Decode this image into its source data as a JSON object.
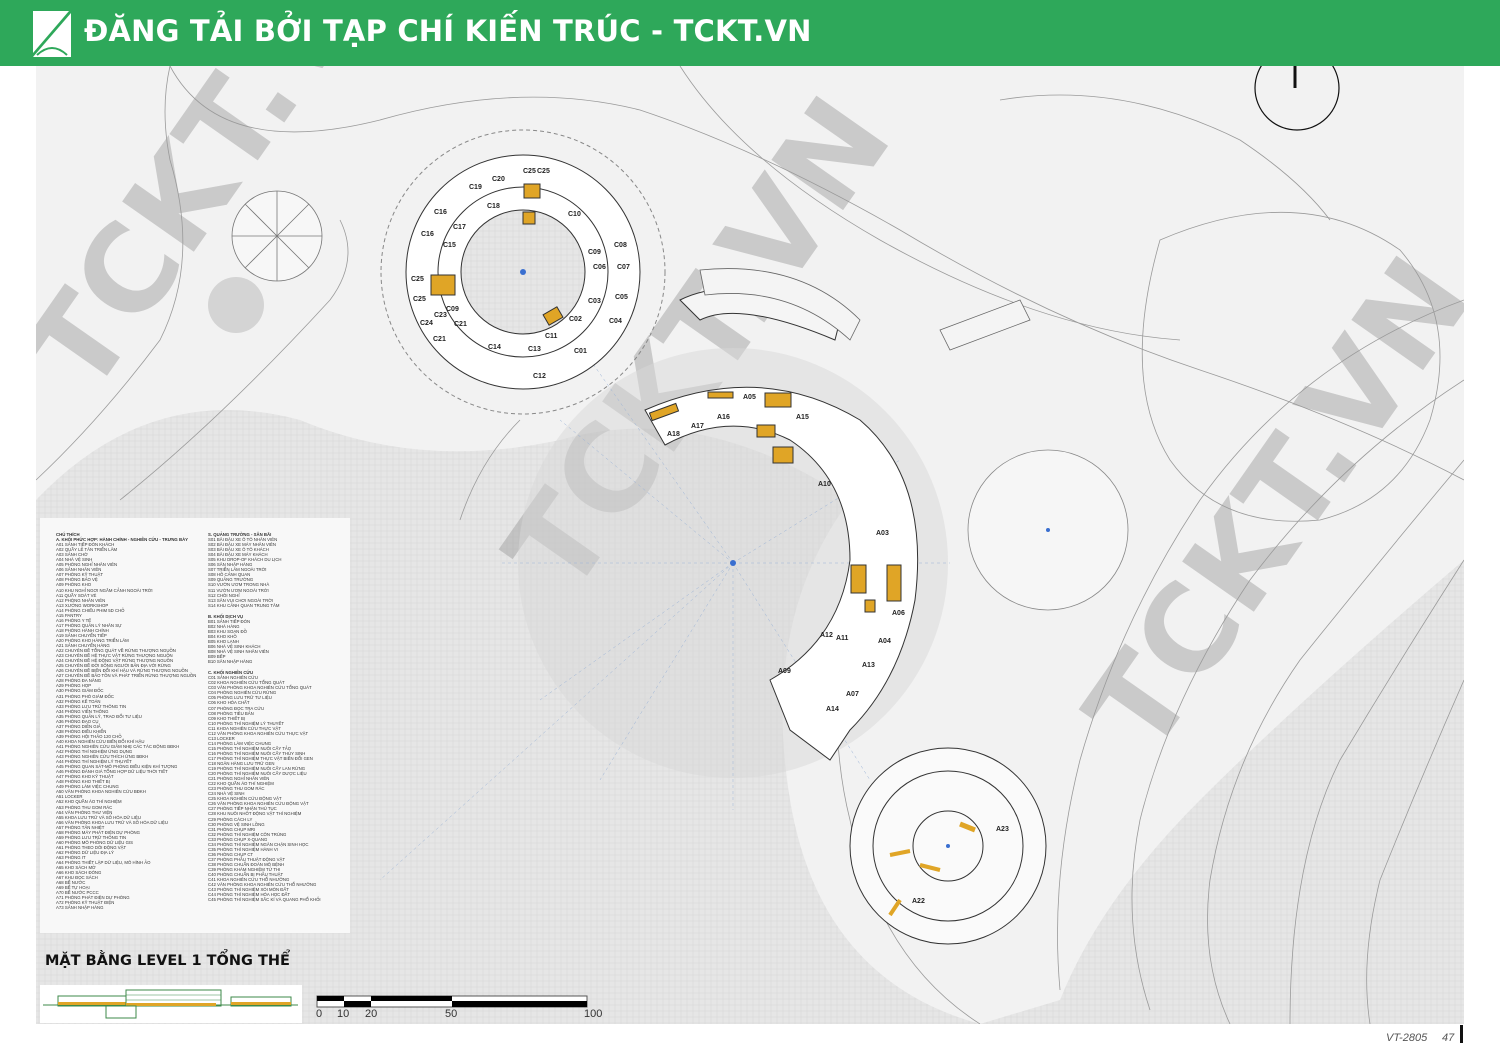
{
  "header": {
    "title": "ĐĂNG TẢI BỞI TẠP CHÍ KIẾN TRÚC - TCKT.VN"
  },
  "watermark": "TCKT.VN",
  "colors": {
    "header": "#2ea85a",
    "core": "#e0a526",
    "section_line": "#3d8a4a"
  },
  "rooms_c": [
    "C20",
    "C25",
    "C25",
    "C19",
    "C18",
    "C10",
    "C16",
    "C17",
    "C16",
    "C15",
    "C09",
    "C08",
    "C06",
    "C07",
    "C25",
    "C25",
    "C03",
    "C05",
    "C09",
    "C23",
    "C24",
    "C21",
    "C04",
    "C02",
    "C21",
    "C11",
    "C14",
    "C13",
    "C01",
    "C12"
  ],
  "rooms_a": [
    "A05",
    "A15",
    "A16",
    "A17",
    "A18",
    "A10",
    "A03",
    "A06",
    "A04",
    "A12",
    "A11",
    "A13",
    "A09",
    "A07",
    "A14",
    "A23",
    "A22"
  ],
  "legend": {
    "title": "CHÚ THÍCH",
    "a_head": "A. KHỐI PHỨC HỢP: HÀNH CHÍNH - NGHIÊN CỨU - TRƯNG BÀY",
    "a_items": [
      "A01 SẢNH TIẾP ĐÓN KHÁCH",
      "A02 QUẦY LỄ TÂN TRIỂN LÃM",
      "A03 SẢNH CHỜ",
      "A04 NHÀ VỆ SINH",
      "A05 PHÒNG NGHỈ NHÂN VIÊN",
      "A06 SẢNH NHÂN VIÊN",
      "A07 PHÒNG KỸ THUẬT",
      "A08 PHÒNG BẢO VỆ",
      "A09 PHÒNG KHO",
      "A10 KHU NGHỈ NGƠI NGẮM CẢNH NGOÀI TRỜI",
      "A11 QUẦY SOÁT VÉ",
      "A12 PHÒNG NHÂN VIÊN",
      "A13 XƯỞNG WORKSHOP",
      "A14 PHÒNG CHIẾU PHIM 5D CHỖ",
      "A15 PANTRY",
      "A16 PHÒNG Y TẾ",
      "A17 PHÒNG QUẢN LÝ NHÂN SỰ",
      "A18 PHÒNG HÀNH CHÍNH",
      "A19 SẢNH CHUYỂN TIẾP",
      "A20 PHÒNG KHO HÀNG TRIỂN LÃM",
      "A21 SẢNH CHUYỂN HÀNG",
      "A22 CHUYÊN ĐỀ TỔNG QUÁT VỀ RỪNG THƯỢNG NGUỒN",
      "A23 CHUYÊN ĐỀ HỆ THỰC VẬT RỪNG THƯỢNG NGUỒN",
      "A24 CHUYÊN ĐỀ HỆ ĐỘNG VẬT RỪNG THƯỢNG NGUỒN",
      "A25 CHUYÊN ĐỀ ĐỜI SỐNG NGƯỜI BẢN ĐỊA VỚI RỪNG",
      "A26 CHUYÊN ĐỀ BIẾN ĐỔI KHÍ HẬU VÀ RỪNG THƯỢNG NGUỒN",
      "A27 CHUYÊN ĐỀ BẢO TỒN VÀ PHÁT TRIỂN RỪNG THƯỢNG NGUỒN",
      "A28 PHÒNG ĐA NĂNG",
      "A29 PHÒNG HỌP",
      "A30 PHÒNG GIÁM ĐỐC",
      "A31 PHÒNG PHÓ GIÁM ĐỐC",
      "A32 PHÒNG KẾ TOÁN",
      "A33 PHÒNG LƯU TRỮ THÔNG TIN",
      "A34 PHÒNG VIỄN THÔNG",
      "A35 PHÒNG QUẢN LÝ, TRAO ĐỔI TƯ LIỆU",
      "A36 PHÒNG ĐẠO CỤ",
      "A37 PHÒNG DIỄN GIẢ",
      "A38 PHÒNG ĐIỀU KHIỂN",
      "A39 PHÒNG HỘI THẢO 120 CHỖ",
      "A40 KHOA NGHIÊN CỨU BIẾN ĐỔI KHÍ HẬU",
      "A41 PHÒNG NGHIÊN CỨU GIẢM NHẸ CÁC TÁC ĐỘNG BĐKH",
      "A42 PHÒNG THÍ NGHIỆM ỨNG DỤNG",
      "A43 PHÒNG NGHIÊN CỨU THÍCH ỨNG BĐKH",
      "A44 PHÒNG THÍ NGHIỆM LÝ THUYẾT",
      "A45 PHÒNG QUAN SÁT-MÔ PHỎNG ĐIỀU KIỆN KHÍ TƯỢNG",
      "A46 PHÒNG ĐÁNH GIÁ TỔNG HỢP DỮ LIỆU THỜI TIẾT",
      "A47 PHÒNG KHO KỸ THUẬT",
      "A48 PHÒNG KHO THIẾT BỊ",
      "A49 PHÒNG LÀM VIỆC CHUNG",
      "A50 VĂN PHÒNG KHOA NGHIÊN CỨU BĐKH",
      "A51 LOCKER",
      "A52 KHO QUẦN ÁO THÍ NGHIỆM",
      "A53 PHÒNG THU GOM RÁC",
      "A54 VĂN PHÒNG THƯ VIỆN",
      "A55 KHOA LƯU TRỮ VÀ SỐ HÓA DỮ LIỆU",
      "A56 VĂN PHÒNG KHOA LƯU TRỮ VÀ SỐ HÓA DỮ LIỆU",
      "A57 PHÒNG TẢN NHIỆT",
      "A58 PHÒNG MÁY PHÁT ĐIỆN DỰ PHÒNG",
      "A59 PHÒNG LƯU TRỮ THÔNG TIN",
      "A60 PHÒNG MÔ PHỎNG DỮ LIỆU GIS",
      "A61 PHÒNG THEO DÕI ĐỘNG VẬT",
      "A62 PHÒNG DỮ LIỆU ĐỊA LÝ",
      "A63 PHÒNG IT",
      "A64 PHÒNG THIẾT LẬP DỮ LIỆU, MÔ HÌNH ẢO",
      "A65 KHO SÁCH MỞ",
      "A66 KHO SÁCH ĐÓNG",
      "A67 KHU ĐỌC SÁCH",
      "A68 BỂ NƯỚC",
      "A69 BỂ TỰ HOẠI",
      "A70 BỂ NƯỚC PCCC",
      "A71 PHÒNG PHÁT ĐIỆN DỰ PHÒNG",
      "A72 PHÒNG KỸ THUẬT ĐIỆN",
      "A73 SẢNH NHẬP HÀNG"
    ],
    "s_head": "S. QUẢNG TRƯỜNG - SÂN BÃI",
    "s_items": [
      "S01 BÃI ĐẬU XE Ô TÔ NHÂN VIÊN",
      "S02 BÃI ĐẬU XE MÁY NHÂN VIÊN",
      "S03 BÃI ĐẬU XE Ô TÔ KHÁCH",
      "S04 BÃI ĐẬU XE MÁY KHÁCH",
      "S05 KHU DROP-OF KHÁCH DU LỊCH",
      "S06 SÂN NHẬP HÀNG",
      "S07 TRIỂN LÃM NGOÀI TRỜI",
      "S08 HỒ CẢNH QUAN",
      "S09 QUẢNG TRƯỜNG",
      "S10 VƯỜN ƯƠM TRONG NHÀ",
      "S11 VƯỜN ƯƠM NGOÀI TRỜI",
      "S12 CHÒI NGHỈ",
      "S13 SÂN VUI CHƠI NGOÀI TRỜI",
      "S14 KHU CẢNH QUAN TRUNG TÂM"
    ],
    "b_head": "B. KHỐI DỊCH VỤ",
    "b_items": [
      "B01 SẢNH TIẾP ĐÓN",
      "B02 NHÀ HÀNG",
      "B03 KHU SOẠN ĐỒ",
      "B04 KHO KHÔ",
      "B05 KHO LẠNH",
      "B06 NHÀ VỆ SINH KHÁCH",
      "B08 NHÀ VỆ SINH NHÂN VIÊN",
      "B09 BẾP",
      "B10 SÂN NHẬP HÀNG"
    ],
    "c_head": "C. KHỐI NGHIÊN CỨU",
    "c_items": [
      "C01 SẢNH NGHIÊN CỨU",
      "C02 KHOA NGHIÊN CỨU TỔNG QUÁT",
      "C03 VĂN PHÒNG KHOA NGHIÊN CỨU TỔNG QUÁT",
      "C04 PHÒNG NGHIÊN CỨU RỪNG",
      "C05 PHÒNG LƯU TRỮ TƯ LIỆU",
      "C06 KHO HÓA CHẤT",
      "C07 PHÒNG ĐỌC TRA CỨU",
      "C08 PHÒNG TIÊU BẢN",
      "C09 KHO THIẾT BỊ",
      "C10 PHÒNG THÍ NGHIỆM LÝ THUYẾT",
      "C11 KHOA NGHIÊN CỨU THỰC VẬT",
      "C12 VĂN PHÒNG KHOA NGHIÊN CỨU THỰC VẬT",
      "C13 LOCKER",
      "C14 PHÒNG LÀM VIỆC CHUNG",
      "C15 PHÒNG THÍ NGHIỆM NUÔI CẤY TẢO",
      "C16 PHÒNG THÍ NGHIỆM NUÔI CẤY THỦY SINH",
      "C17 PHÒNG THÍ NGHIỆM THỰC VẬT BIẾN ĐỔI GEN",
      "C18 NGÂN HÀNG LƯU TRỮ GEN",
      "C19 PHÒNG THÍ NGHIỆM NUÔI CẤY LAN RỪNG",
      "C20 PHÒNG THÍ NGHIỆM NUÔI CẤY DƯỢC LIỆU",
      "C21 PHÒNG NGHỈ NHÂN VIÊN",
      "C22 KHO QUẦN ÁO THÍ NGHIỆM",
      "C23 PHÒNG THU GOM RÁC",
      "C24 NHÀ VỆ SINH",
      "C25 KHOA NGHIÊN CỨU ĐỘNG VẬT",
      "C26 VĂN PHÒNG KHOA NGHIÊN CỨU ĐỘNG VẬT",
      "C27 PHÒNG TIẾP NHẬN THÚ TỤC",
      "C28 KHU NUÔI NHỐT ĐỘNG VẬT THÍ NGHIỆM",
      "C29 PHÒNG CÁCH LY",
      "C30 PHÒNG VỆ SINH LỒNG",
      "C31 PHÒNG CHỤP MRI",
      "C32 PHÒNG THÍ NGHIỆM CÔN TRÙNG",
      "C33 PHÒNG CHỤP X-QUANG",
      "C34 PHÒNG THÍ NGHIỆM NGĂN CHẶN SINH HỌC",
      "C35 PHÒNG THÍ NGHIỆM HÀNH VI",
      "C36 PHÒNG CHỤP CT",
      "C37 PHÒNG PHẪU THUẬT ĐỘNG VẬT",
      "C38 PHÒNG CHUẨN ĐOÁN MÔ BỆNH",
      "C39 PHÒNG KHÁM NGHIỆM TỬ THI",
      "C40 PHÒNG CHUẨN BỊ PHẪU THUẬT",
      "C41 KHOA NGHIÊN CỨU THỔ NHƯỠNG",
      "C42 VĂN PHÒNG KHOA NGHIÊN CỨU THỔ NHƯỠNG",
      "C43 PHÒNG THÍ NGHIỆM XÓI MÒN ĐẤT",
      "C44 PHÒNG THÍ NGHIỆM HÓA HỌC ĐẤT",
      "C45 PHÒNG THÍ NGHIỆM SẮC KÍ VÀ QUANG PHỔ KHỐI"
    ]
  },
  "plan_title": "MẶT BẰNG LEVEL 1 TỔNG THỂ",
  "scale": {
    "labels": [
      "0",
      "10",
      "20",
      "50",
      "100"
    ]
  },
  "footer": {
    "code": "VT-2805",
    "page": "47"
  }
}
